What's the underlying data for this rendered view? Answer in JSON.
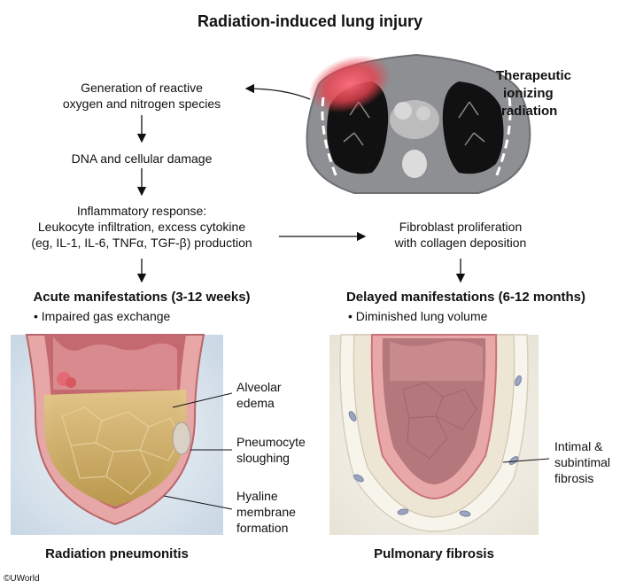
{
  "title": "Radiation-induced lung injury",
  "radiation": {
    "line1": "Therapeutic",
    "line2": "ionizing",
    "line3": "radiation"
  },
  "steps": {
    "ros": {
      "line1": "Generation of reactive",
      "line2": "oxygen and nitrogen species"
    },
    "dna": "DNA and cellular damage",
    "inflammatory": {
      "line1": "Inflammatory response:",
      "line2": "Leukocyte infiltration, excess cytokine",
      "line3": "(eg, IL-1, IL-6, TNFα, TGF-β) production"
    },
    "fibroblast": {
      "line1": "Fibroblast proliferation",
      "line2": "with collagen deposition"
    }
  },
  "acute": {
    "heading": "Acute manifestations (3-12 weeks)",
    "bullet": "• Impaired gas exchange",
    "caption": "Radiation pneumonitis",
    "labels": {
      "edema": {
        "line1": "Alveolar",
        "line2": "edema"
      },
      "sloughing": {
        "line1": "Pneumocyte",
        "line2": "sloughing"
      },
      "hyaline": {
        "line1": "Hyaline",
        "line2": "membrane",
        "line3": "formation"
      }
    }
  },
  "delayed": {
    "heading": "Delayed manifestations (6-12 months)",
    "bullet": "• Diminished lung volume",
    "caption": "Pulmonary fibrosis",
    "labels": {
      "fibrosis": {
        "line1": "Intimal &",
        "line2": "subintimal",
        "line3": "fibrosis"
      }
    }
  },
  "copyright": "©UWorld",
  "colors": {
    "radiation_glow": "#e8424f",
    "ct_gray": "#8d8f92",
    "lung_black": "#111111",
    "alveolar_pink": "#d98f93",
    "edema_tan": "#c9a95a",
    "panel_bg_left": "#dbe6ef",
    "panel_bg_right": "#f2f0ea"
  }
}
